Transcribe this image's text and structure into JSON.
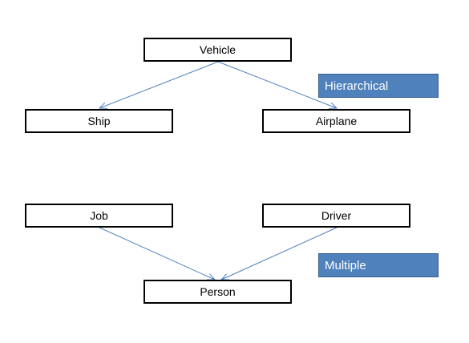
{
  "diagram": {
    "colors": {
      "box_border": "#000000",
      "connector": "#4f81bd",
      "tag_fill": "#4f81bd",
      "tag_text": "#ffffff"
    },
    "hierarchical": {
      "parent": "Vehicle",
      "children": [
        "Ship",
        "Airplane"
      ],
      "tag": "Hierarchical"
    },
    "multiple": {
      "parents": [
        "Job",
        "Driver"
      ],
      "child": "Person",
      "tag": "Multiple"
    }
  }
}
